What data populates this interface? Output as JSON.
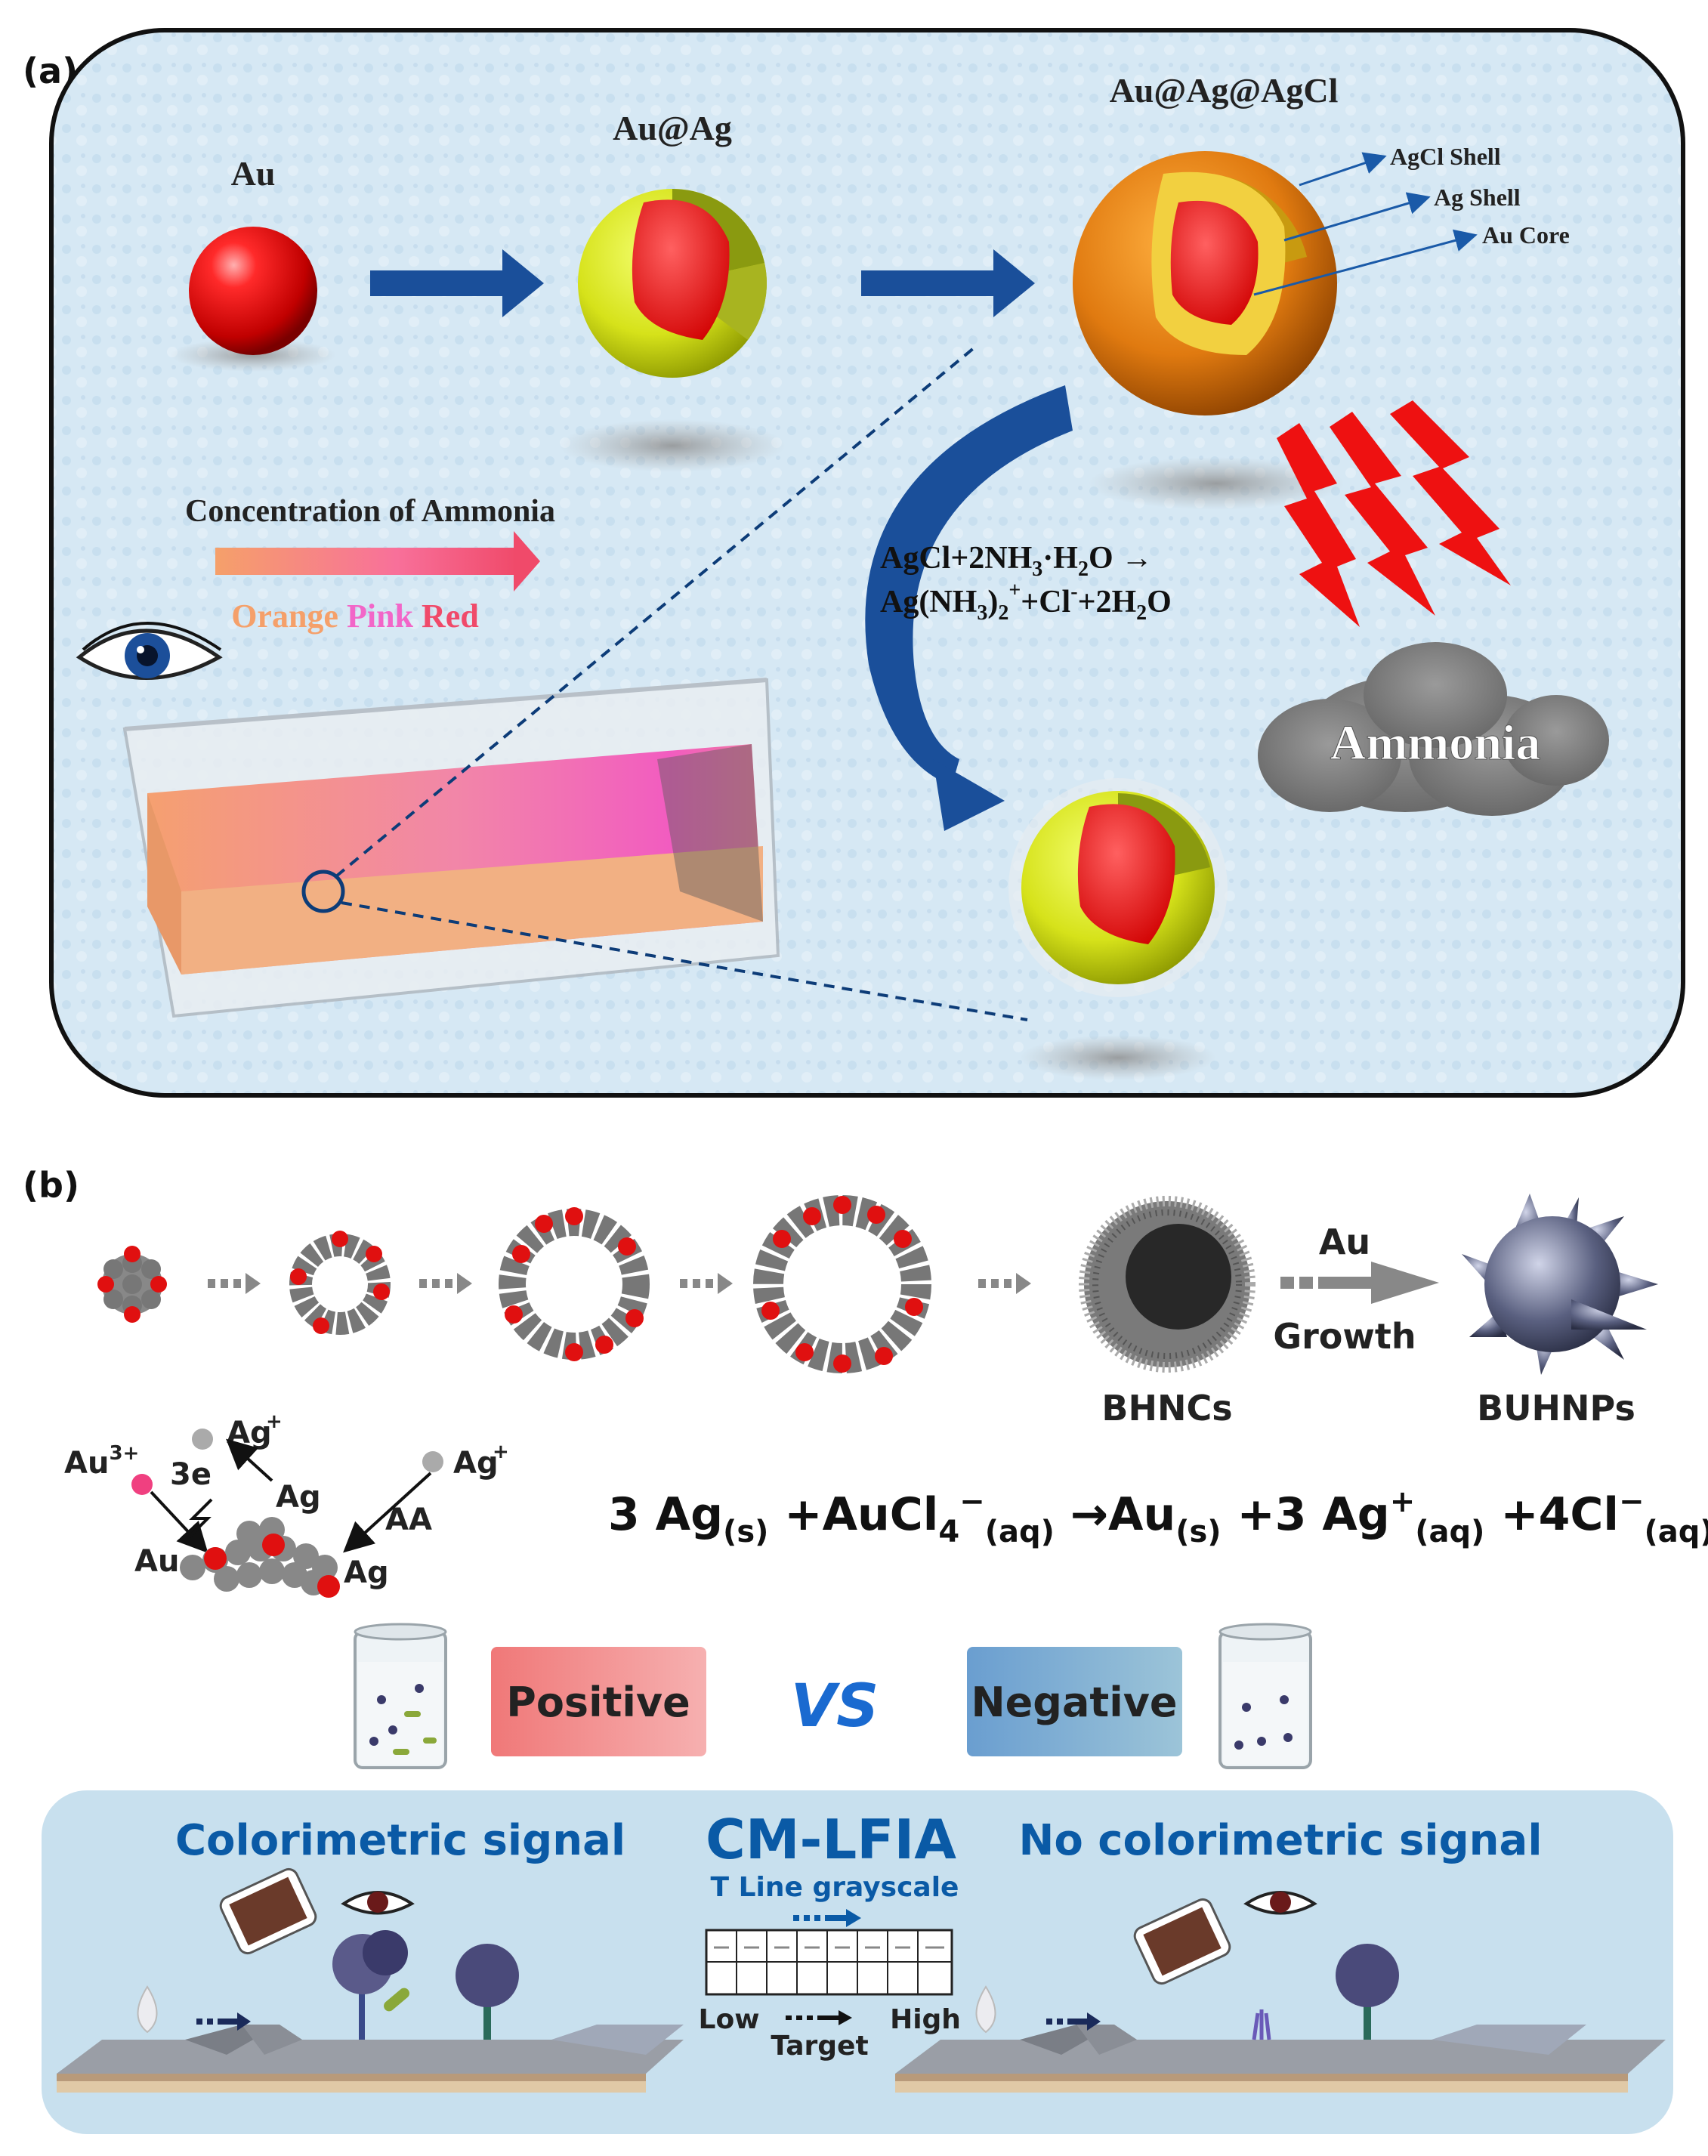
{
  "panel_a": {
    "label": "(a)",
    "au_label": "Au",
    "auag_label": "Au@Ag",
    "auagagcl_label": "Au@Ag@AgCl",
    "shell_labels": [
      "AgCl Shell",
      "Ag Shell",
      "Au Core"
    ],
    "concentration_label": "Concentration of Ammonia",
    "color_words": [
      "Orange",
      "Pink",
      "Red"
    ],
    "reaction_line1": "AgCl+2NH",
    "reaction_line1_tail": "·H",
    "reaction_line1_end": "O →",
    "reaction_line2": "Ag(NH",
    "reaction_line2_mid": ")",
    "reaction_line2_tail": "+Cl",
    "reaction_line2_end": "+2H",
    "reaction_line2_final": "O",
    "sub_3": "3",
    "sub_2": "2",
    "sup_plus": "+",
    "sup_minus": "-",
    "cloud_label": "Ammonia",
    "colors": {
      "orange": "#f5a06a",
      "pink": "#f266c8",
      "red": "#f04a6a",
      "arrow_blue": "#1a4f9a"
    }
  },
  "panel_b": {
    "label": "(b)",
    "au_growth_top": "Au",
    "au_growth_bottom": "Growth",
    "bhncs": "BHNCs",
    "buhnps": "BUHNPs",
    "mech": {
      "au3": "Au",
      "au3_sup": "3+",
      "ag_plus_1": "Ag",
      "ag_plus_2": "Ag",
      "plus": "+",
      "e3": "3e",
      "ag_mid": "Ag",
      "aa": "AA",
      "au_bottom": "Au",
      "ag_bottom": "Ag"
    },
    "equation": {
      "p1": "3 Ag",
      "s1": "(s)",
      "p2": " +AuCl",
      "s2": "4",
      "sup2": "−",
      "s2b": "(aq)",
      "p3": " →Au",
      "s3": "(s)",
      "p4": " +3 Ag",
      "sup4": "+",
      "s4": "(aq)",
      "p5": " +4Cl",
      "sup5": "−",
      "s5": "(aq)"
    },
    "positive": "Positive",
    "vs": "VS",
    "negative": "Negative",
    "colorimetric": "Colorimetric signal",
    "cmlfia": "CM-LFIA",
    "t_line": "T Line grayscale",
    "low": "Low",
    "high": "High",
    "target": "Target",
    "no_colorimetric": "No  colorimetric signal",
    "colors": {
      "title_blue": "#0a5aa6",
      "positive_bg": "#f08a8a",
      "negative_bg": "#7aa8c8",
      "box_bg": "#c8e0ee"
    }
  }
}
